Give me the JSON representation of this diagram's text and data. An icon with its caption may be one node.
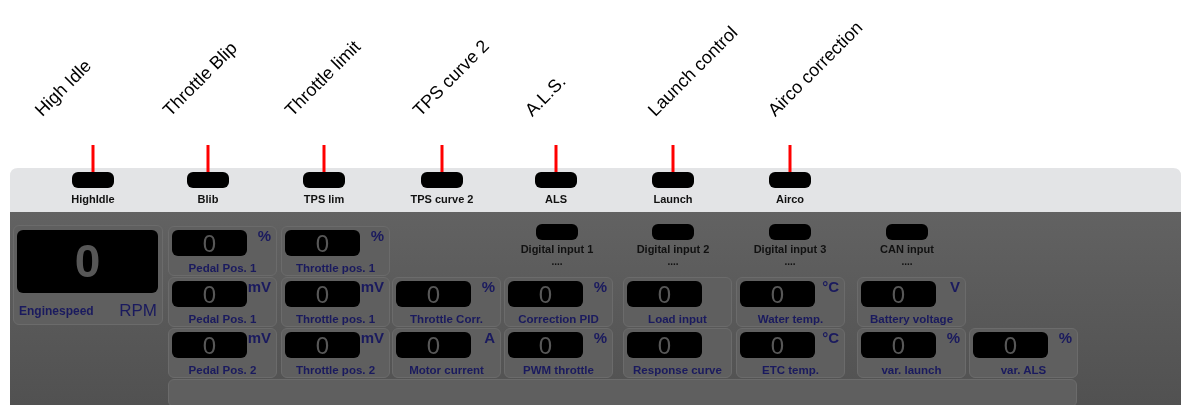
{
  "diagram": {
    "nodes": [
      {
        "text": [
          "High Idle"
        ]
      },
      {
        "text": [
          "Throttle Blip"
        ]
      },
      {
        "text": [
          "Throttle limit"
        ]
      },
      {
        "text": [
          "TPS curve 2"
        ]
      },
      {
        "text": [
          "A.L.S."
        ]
      },
      {
        "text": [
          "Launch control"
        ]
      },
      {
        "text": [
          "Airco correction"
        ]
      },
      {
        "text": [
          "HighIdle"
        ]
      },
      {
        "text": [
          "Blib"
        ]
      },
      {
        "text": [
          "TPS lim"
        ]
      },
      {
        "text": [
          "TPS curve 2"
        ]
      },
      {
        "text": [
          "ALS"
        ]
      },
      {
        "text": [
          "Launch"
        ]
      },
      {
        "text": [
          "Airco"
        ]
      },
      {
        "text": [
          "0",
          "Enginespeed",
          "RPM"
        ]
      },
      {
        "text": [
          "0",
          "%",
          "Pedal Pos. 1"
        ]
      },
      {
        "text": [
          "0",
          "%",
          "Throttle pos. 1"
        ]
      },
      {
        "text": [
          "Digital input 1",
          "...."
        ]
      },
      {
        "text": [
          "Digital input 2",
          "...."
        ]
      },
      {
        "text": [
          "Digital input 3",
          "...."
        ]
      },
      {
        "text": [
          "CAN input",
          "...."
        ]
      },
      {
        "text": [
          "0",
          "mV",
          "Pedal Pos. 1"
        ]
      },
      {
        "text": [
          "0",
          "mV",
          "Throttle pos. 1"
        ]
      },
      {
        "text": [
          "0",
          "%",
          "Throttle Corr."
        ]
      },
      {
        "text": [
          "0",
          "%",
          "Correction PID"
        ]
      },
      {
        "text": [
          "0",
          "Load input"
        ]
      },
      {
        "text": [
          "0",
          "°C",
          "Water temp."
        ]
      },
      {
        "text": [
          "0",
          "V",
          "Battery voltage"
        ]
      },
      {
        "text": [
          "0",
          "mV",
          "Pedal Pos. 2"
        ]
      },
      {
        "text": [
          "0",
          "mV",
          "Throttle pos. 2"
        ]
      },
      {
        "text": [
          "0",
          "A",
          "Motor current"
        ]
      },
      {
        "text": [
          "0",
          "%",
          "PWM throttle"
        ]
      },
      {
        "text": [
          "0",
          "Response curve"
        ]
      },
      {
        "text": [
          "0",
          "°C",
          "ETC temp."
        ]
      },
      {
        "text": [
          "0",
          "%",
          "var. launch"
        ]
      },
      {
        "text": [
          "0",
          "%",
          "var. ALS"
        ]
      },
      {
        "text": [],
        "shape": "bar"
      }
    ],
    "edges": [
      {
        "from": 0,
        "to": 7,
        "arrow": "none"
      },
      {
        "from": 1,
        "to": 8,
        "arrow": "none"
      },
      {
        "from": 2,
        "to": 9,
        "arrow": "none"
      },
      {
        "from": 3,
        "to": 10,
        "arrow": "none"
      },
      {
        "from": 4,
        "to": 11,
        "arrow": "none"
      },
      {
        "from": 5,
        "to": 12,
        "arrow": "none"
      },
      {
        "from": 6,
        "to": 13,
        "arrow": "none"
      }
    ]
  }
}
